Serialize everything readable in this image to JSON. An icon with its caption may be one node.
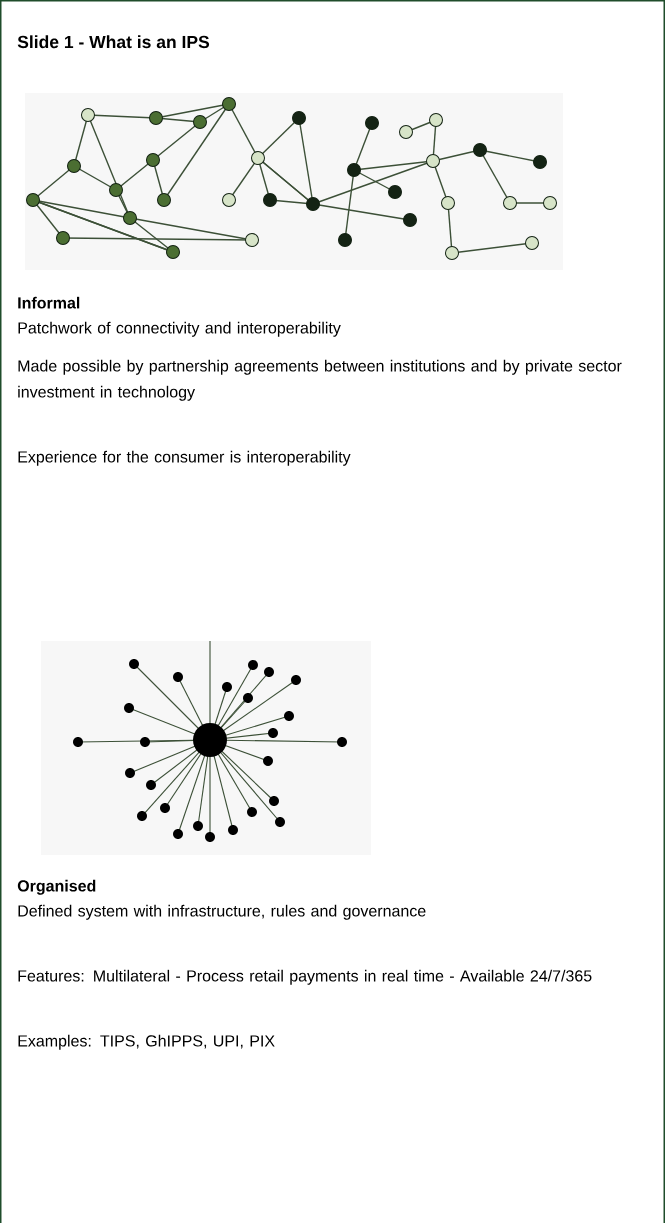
{
  "diagram": {
    "title": "Slide 1 - What is an IPS",
    "labels": [
      "Informal",
      "Patchwork of connectivity and interoperability",
      "Made possible by partnership agreements between institutions and by private sector investment in technology",
      "Experience for the consumer is interoperability",
      "Organised",
      "Defined system with infrastructure, rules and governance",
      "Features: Multilateral - Process retail payments in real time - Available 24/7/365",
      "Examples: TIPS, GhIPPS, UPI, PIX"
    ]
  }
}
